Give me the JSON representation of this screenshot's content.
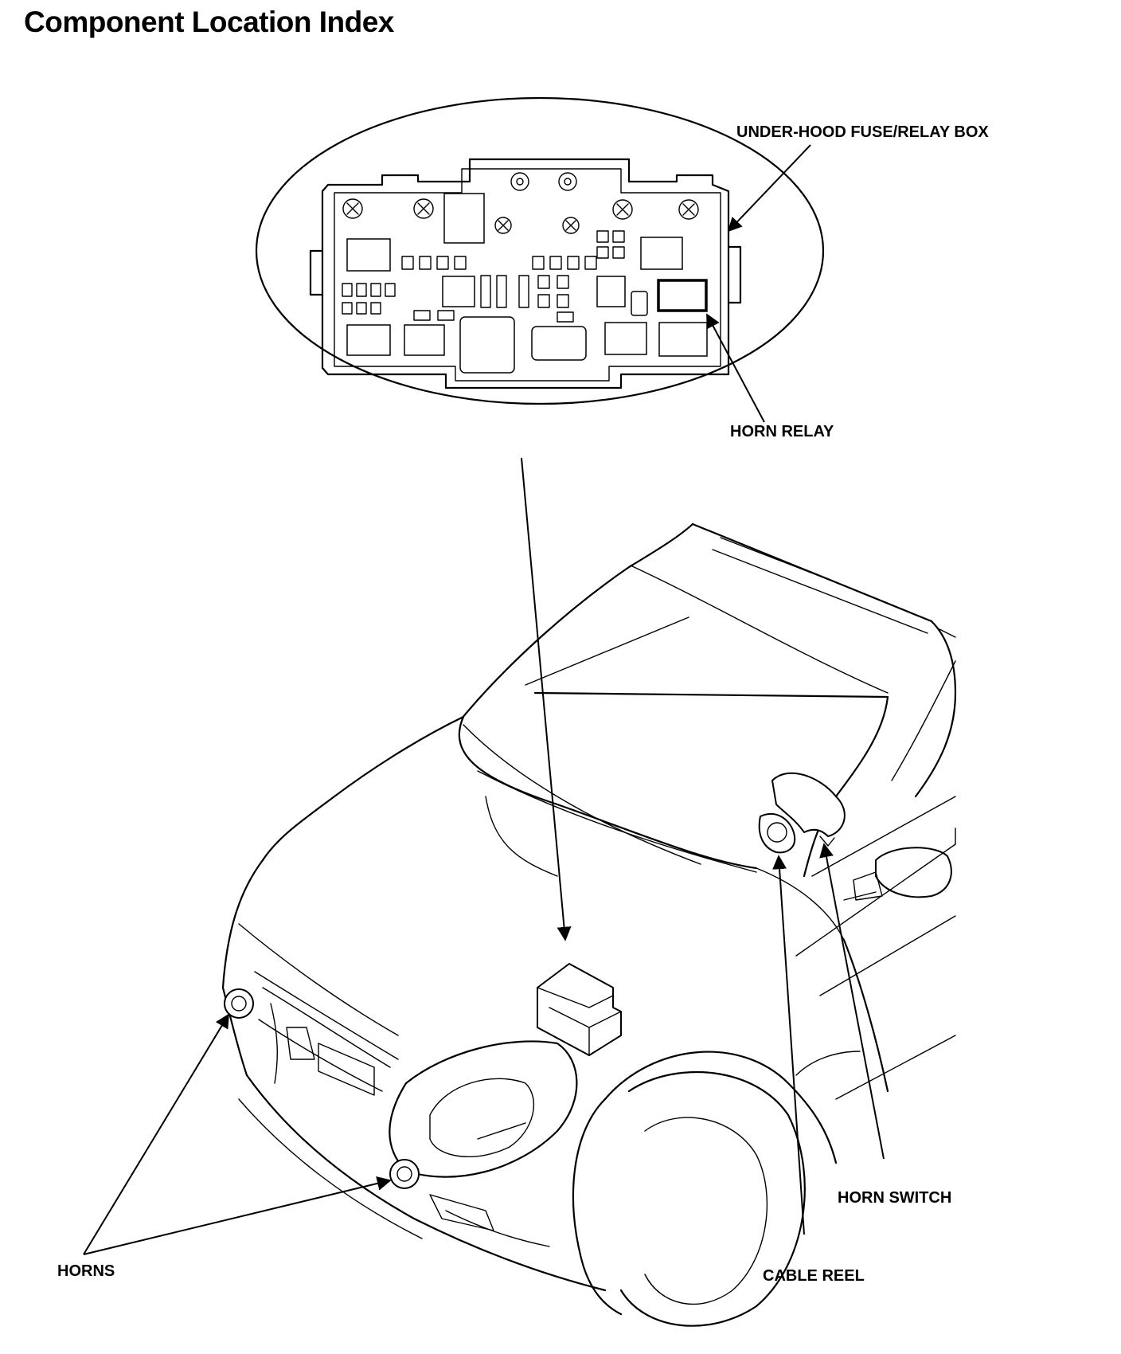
{
  "title": "Component Location Index",
  "labels": {
    "fuse_box": "UNDER-HOOD FUSE/RELAY BOX",
    "horn_relay": "HORN RELAY",
    "horns": "HORNS",
    "horn_switch": "HORN SWITCH",
    "cable_reel": "CABLE REEL"
  }
}
